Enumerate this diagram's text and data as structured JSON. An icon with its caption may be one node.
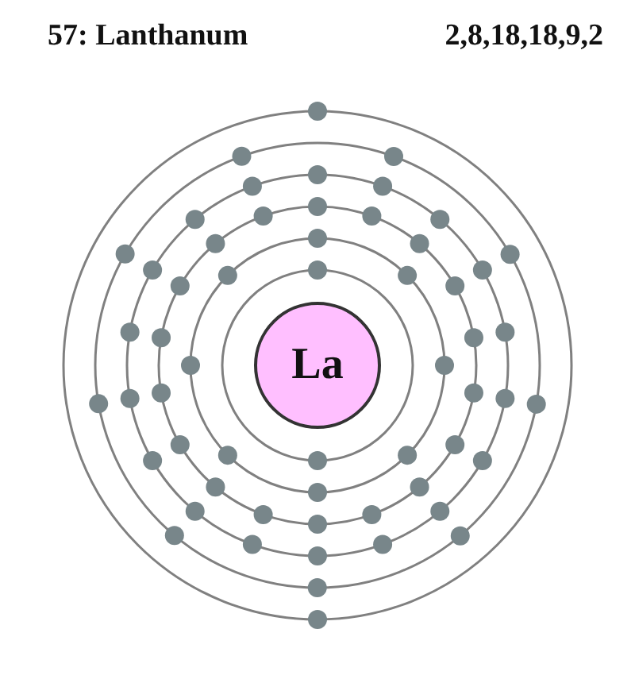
{
  "diagram": {
    "title": "57: Lanthanum",
    "nodes": [
      {
        "text": [
          "La"
        ]
      }
    ],
    "labels": [
      "2,8,18,18,9,2"
    ]
  }
}
